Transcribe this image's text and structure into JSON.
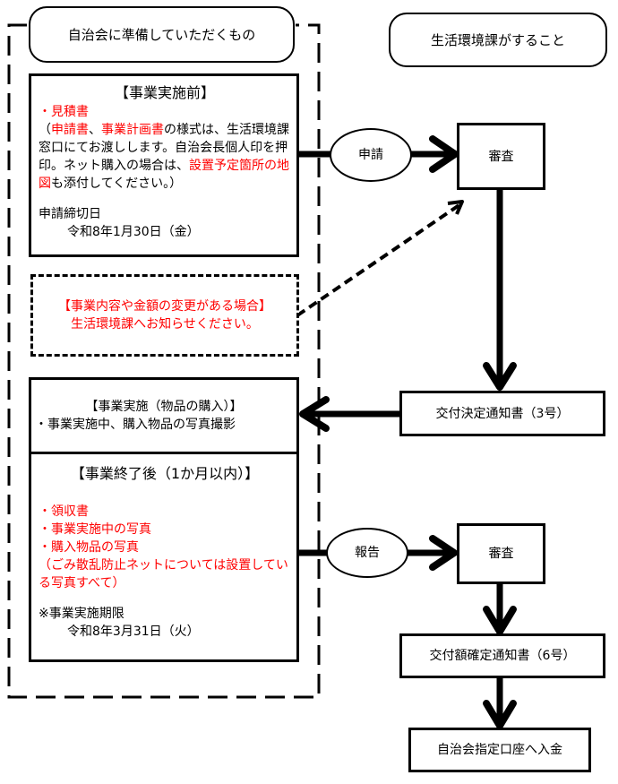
{
  "headers": {
    "left": "自治会に準備していただくもの",
    "right": "生活環境課がすること"
  },
  "before": {
    "title": "【事業実施前】",
    "item1": "・見積書",
    "para_open": "（",
    "red1": "申請書",
    "sep1": "、",
    "red2": "事業計画書",
    "para_mid": "の様式は、生活環境課窓口にてお渡しします。自治会長個人印を押印。ネット購入の場合は、",
    "red3": "設置予定箇所の地図",
    "para_end": "も添付してください。）",
    "deadline_label": "申請締切日",
    "deadline_value": "令和8年1月30日（金）"
  },
  "change_notice": {
    "line1": "【事業内容や金額の変更がある場合】",
    "line2": "生活環境課へお知らせください。"
  },
  "during": {
    "title": "【事業実施（物品の購入）】",
    "item": "・事業実施中、購入物品の写真撮影"
  },
  "after": {
    "title": "【事業終了後（1か月以内）】",
    "items": [
      "・領収書",
      "・事業実施中の写真",
      "・購入物品の写真"
    ],
    "note": "（ごみ散乱防止ネットについては設置している写真すべて）",
    "deadline_label": "※事業実施期限",
    "deadline_value": "令和8年3月31日（火）"
  },
  "flow": {
    "apply_label": "申請",
    "review1": "審査",
    "decision": "交付決定通知書（3号）",
    "report_label": "報告",
    "review2": "審査",
    "confirm": "交付額確定通知書（6号）",
    "payment": "自治会指定口座へ入金"
  },
  "colors": {
    "emphasis": "#ff0000",
    "line": "#000000"
  }
}
